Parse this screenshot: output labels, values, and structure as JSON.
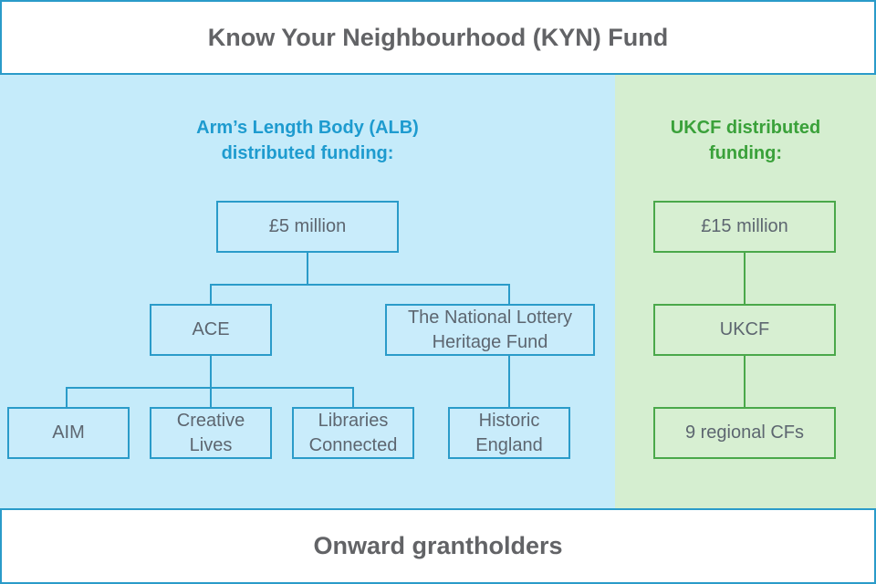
{
  "header": {
    "title": "Know Your Neighbourhood (KYN) Fund"
  },
  "footer": {
    "title": "Onward grantholders"
  },
  "colors": {
    "border_blue": "#2a9bc9",
    "alb_panel": "#c5ebfa",
    "ukcf_panel": "#d5eed0",
    "alb_title": "#1e9bcf",
    "ukcf_title": "#3aa13a",
    "text_grey": "#626366"
  },
  "alb": {
    "title_line1": "Arm’s Length Body (ALB)",
    "title_line2": "distributed funding:",
    "amount": "£5 million",
    "ace": "ACE",
    "nlhf_line1": "The National Lottery",
    "nlhf_line2": "Heritage Fund",
    "aim": "AIM",
    "creative_lives_line1": "Creative",
    "creative_lives_line2": "Lives",
    "libraries_line1": "Libraries",
    "libraries_line2": "Connected",
    "historic_line1": "Historic",
    "historic_line2": "England"
  },
  "ukcf": {
    "title_line1": "UKCF distributed",
    "title_line2": "funding:",
    "amount": "£15 million",
    "ukcf": "UKCF",
    "regional": "9 regional CFs"
  }
}
